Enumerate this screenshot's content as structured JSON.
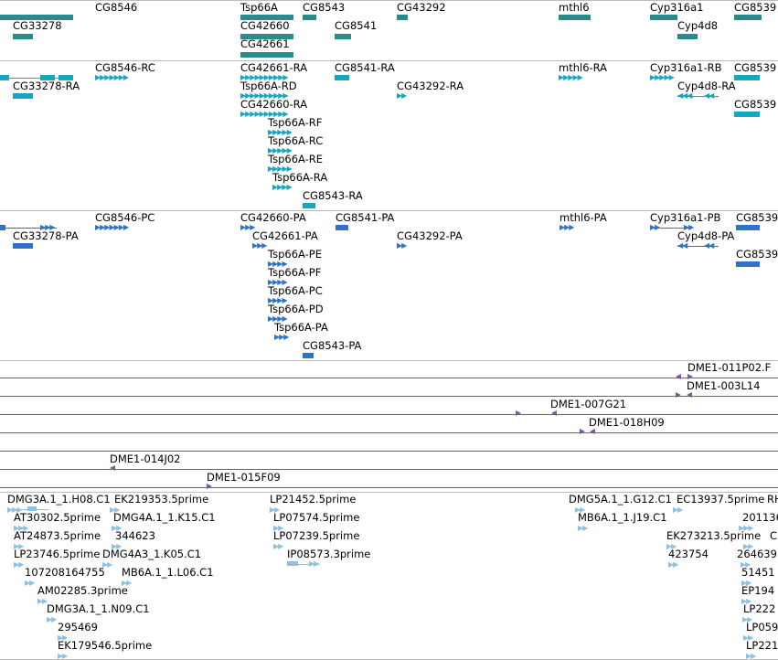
{
  "colors": {
    "gene": "#2a8c8a",
    "transcript": "#17a5c6",
    "protein": "#2f73c9",
    "clone": "#7755a8",
    "est": "#8ec0e2",
    "separator": "#bdbdbd"
  },
  "tracks": {
    "genes": [
      "CG8546",
      "CG33278",
      "Tsp66A",
      "CG42660",
      "CG42661",
      "CG8543",
      "CG8541",
      "CG43292",
      "mthl6",
      "Cyp316a1",
      "Cyp4d8",
      "CG8539"
    ],
    "transcripts": [
      "CG8546-RC",
      "CG33278-RA",
      "CG42661-RA",
      "Tsp66A-RD",
      "CG42660-RA",
      "Tsp66A-RF",
      "Tsp66A-RC",
      "Tsp66A-RE",
      "Tsp66A-RA",
      "CG8543-RA",
      "CG8541-RA",
      "CG43292-RA",
      "mthl6-RA",
      "Cyp316a1-RB",
      "Cyp4d8-RA",
      "CG8539",
      "CG8539"
    ],
    "proteins": [
      "CG8546-PC",
      "CG33278-PA",
      "CG42660-PA",
      "CG42661-PA",
      "Tsp66A-PE",
      "Tsp66A-PF",
      "Tsp66A-PC",
      "Tsp66A-PD",
      "Tsp66A-PA",
      "CG8543-PA",
      "CG8541-PA",
      "CG43292-PA",
      "mthl6-PA",
      "Cyp316a1-PB",
      "Cyp4d8-PA",
      "CG8539",
      "CG8539"
    ],
    "clones": [
      "DME1-011P02.F",
      "DME1-003L14",
      "DME1-007G21",
      "DME1-018H09",
      "DME1-014J02",
      "DME1-015F09"
    ],
    "ests": [
      "DMG3A.1_1.H08.C1",
      "EK219353.5prime",
      "AT30302.5prime",
      "DMG4A.1_1.K15.C1",
      "AT24873.5prime",
      "344623",
      "LP23746.5prime",
      "DMG4A3_1.K05.C1",
      "107208164755",
      "MB6A.1_1.L06.C1",
      "AM02285.3prime",
      "DMG3A.1_1.N09.C1",
      "295469",
      "EK179546.5prime",
      "LP21452.5prime",
      "LP07574.5prime",
      "LP07239.5prime",
      "IP08573.3prime",
      "DMG5A.1_1.G12.C1",
      "EC13937.5prime",
      "RH",
      "MB6A.1_1.J19.C1",
      "201136",
      "EK273213.5prime",
      "CH",
      "423754",
      "264639",
      "51451",
      "EP194",
      "LP222",
      "LP059",
      "LP221"
    ]
  }
}
